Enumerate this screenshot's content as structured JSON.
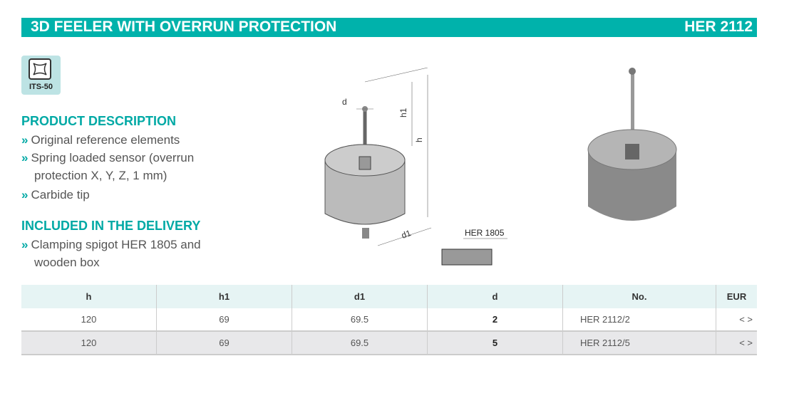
{
  "header": {
    "title": "3D FEELER WITH OVERRUN PROTECTION",
    "code": "HER 2112"
  },
  "badge": {
    "label": "ITS-50"
  },
  "description": {
    "title": "PRODUCT DESCRIPTION",
    "items": [
      "Original reference elements",
      "Spring loaded sensor (overrun",
      "protection X, Y, Z, 1 mm)",
      "Carbide tip"
    ]
  },
  "delivery": {
    "title": "INCLUDED IN THE DELIVERY",
    "items": [
      "Clamping spigot HER 1805 and",
      "wooden box"
    ]
  },
  "drawing": {
    "d": "d",
    "h1": "h1",
    "h": "h",
    "d1": "d1",
    "spigot": "HER 1805"
  },
  "table": {
    "headers": [
      "h",
      "h1",
      "d1",
      "d",
      "No.",
      "EUR"
    ],
    "rows": [
      [
        "120",
        "69",
        "69.5",
        "2",
        "HER 2112/2",
        "< >"
      ],
      [
        "120",
        "69",
        "69.5",
        "5",
        "HER 2112/5",
        "< >"
      ]
    ]
  },
  "colors": {
    "accent": "#00b2ab"
  }
}
